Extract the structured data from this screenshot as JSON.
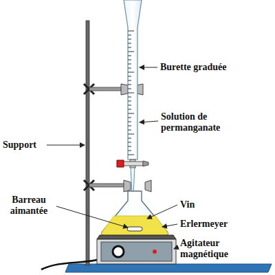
{
  "diagram": {
    "labels": [
      "Burette graduée",
      "Solution de permanganate",
      "Support",
      "Barreau aimantée",
      "Vin",
      "Erlermeyer",
      "Agitateur magnétique"
    ]
  }
}
